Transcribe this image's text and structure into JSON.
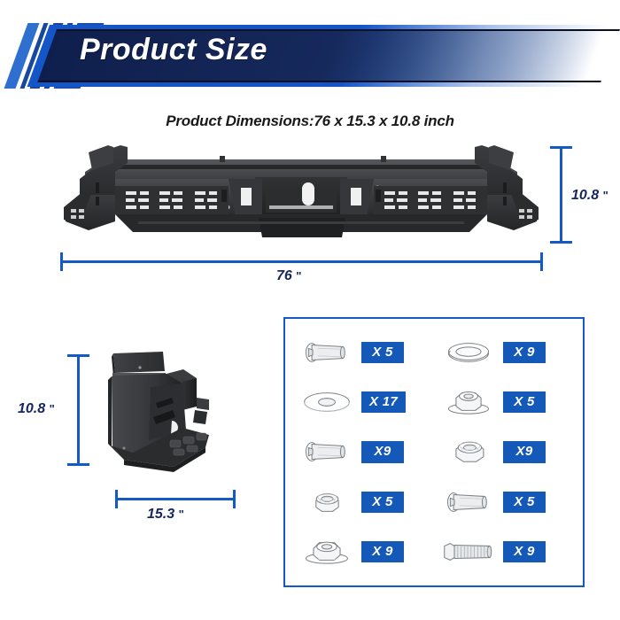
{
  "header": {
    "title": "Product Size",
    "banner_color": "#16295c",
    "accent_color": "#1455c8",
    "stripe_colors": [
      "#2f6fd0",
      "#17489e",
      "#1a4fae"
    ]
  },
  "product": {
    "dimensions_caption": "Product Dimensions:76 x 15.3 x 10.8 inch",
    "image_alt": "rear-bumper-assembly",
    "bracket_alt": "bumper-end-bracket-side-view"
  },
  "dimensions": {
    "unit": "\"",
    "main_height": "10.8",
    "main_width": "76",
    "bracket_height": "10.8",
    "bracket_width": "15.3",
    "line_color": "#1559c4",
    "label_color": "#16265e"
  },
  "hardware": {
    "box_border_color": "#1559c4",
    "badge_color": "#1458b8",
    "items": [
      {
        "icon": "button-head-bolt",
        "qty": "X 5"
      },
      {
        "icon": "spring-washer",
        "qty": "X 9"
      },
      {
        "icon": "flat-washer",
        "qty": "X 17"
      },
      {
        "icon": "flange-lock-nut",
        "qty": "X 5"
      },
      {
        "icon": "button-head-bolt",
        "qty": "X9"
      },
      {
        "icon": "hex-lock-nut",
        "qty": "X9"
      },
      {
        "icon": "nylon-lock-nut",
        "qty": "X 5"
      },
      {
        "icon": "button-head-bolt",
        "qty": "X 5"
      },
      {
        "icon": "flange-nut",
        "qty": "X 9"
      },
      {
        "icon": "hex-head-bolt",
        "qty": "X 9"
      }
    ]
  }
}
